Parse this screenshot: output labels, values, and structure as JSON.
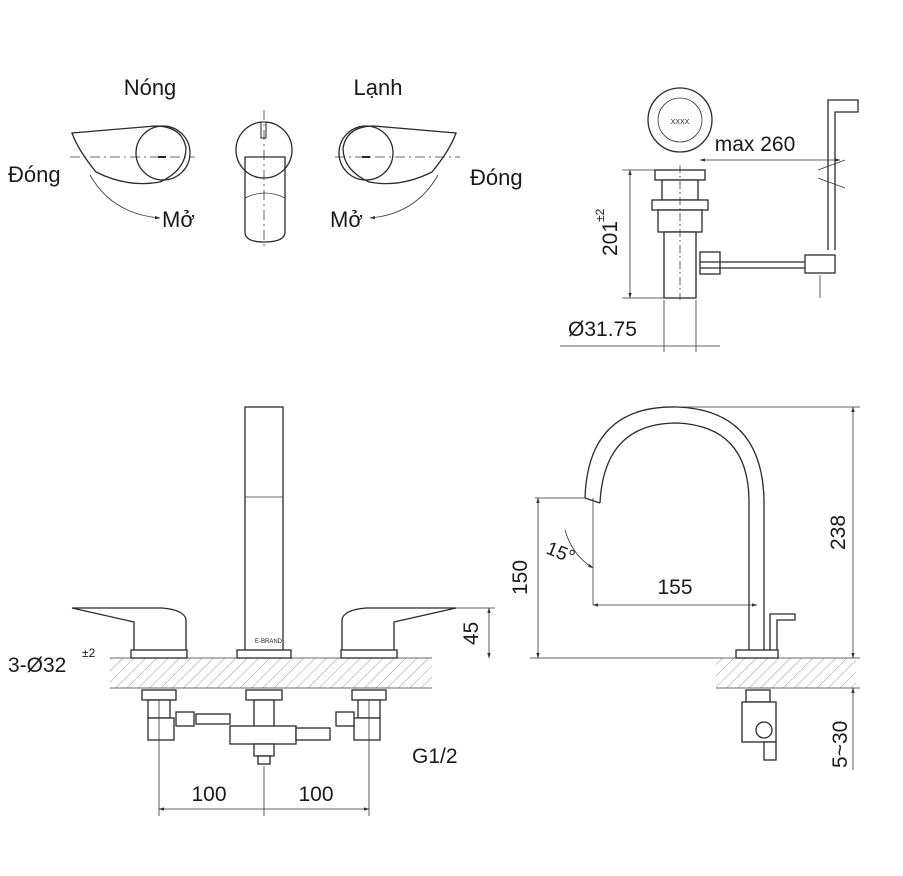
{
  "handle_hot": {
    "title": "Nóng",
    "close": "Đóng",
    "open": "Mở"
  },
  "handle_cold": {
    "title": "Lạnh",
    "close": "Đóng",
    "open": "Mở"
  },
  "drain": {
    "max": "max 260",
    "height": "201",
    "height_tol": "±2",
    "diameter": "Ø31.75",
    "cap_text": "XXXX"
  },
  "front_view": {
    "holes_prefix": "3-Ø32",
    "holes_tol": "±2",
    "handle_height": "45",
    "thread": "G1/2",
    "spacing_left": "100",
    "spacing_right": "100"
  },
  "side_view": {
    "angle": "15°",
    "spout_height": "150",
    "reach": "155",
    "total_height": "238",
    "deck_thickness": "5~30"
  }
}
